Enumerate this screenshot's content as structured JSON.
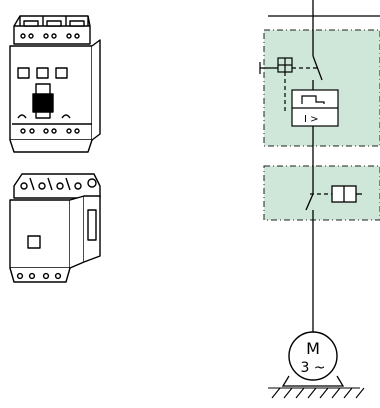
{
  "figure": {
    "breaker_label": "I >",
    "motor_label_line1": "M",
    "motor_label_line2": "3 ~"
  },
  "colors": {
    "zone_fill": "#cfe7d9",
    "zone_border": "#1f1f1f",
    "line": "#000000",
    "device_body": "#ffffff"
  },
  "icons": {
    "circuit_breaker": "circuit-breaker-device",
    "contactor": "contactor-device",
    "motor": "motor-symbol",
    "ground": "ground-hatching"
  }
}
